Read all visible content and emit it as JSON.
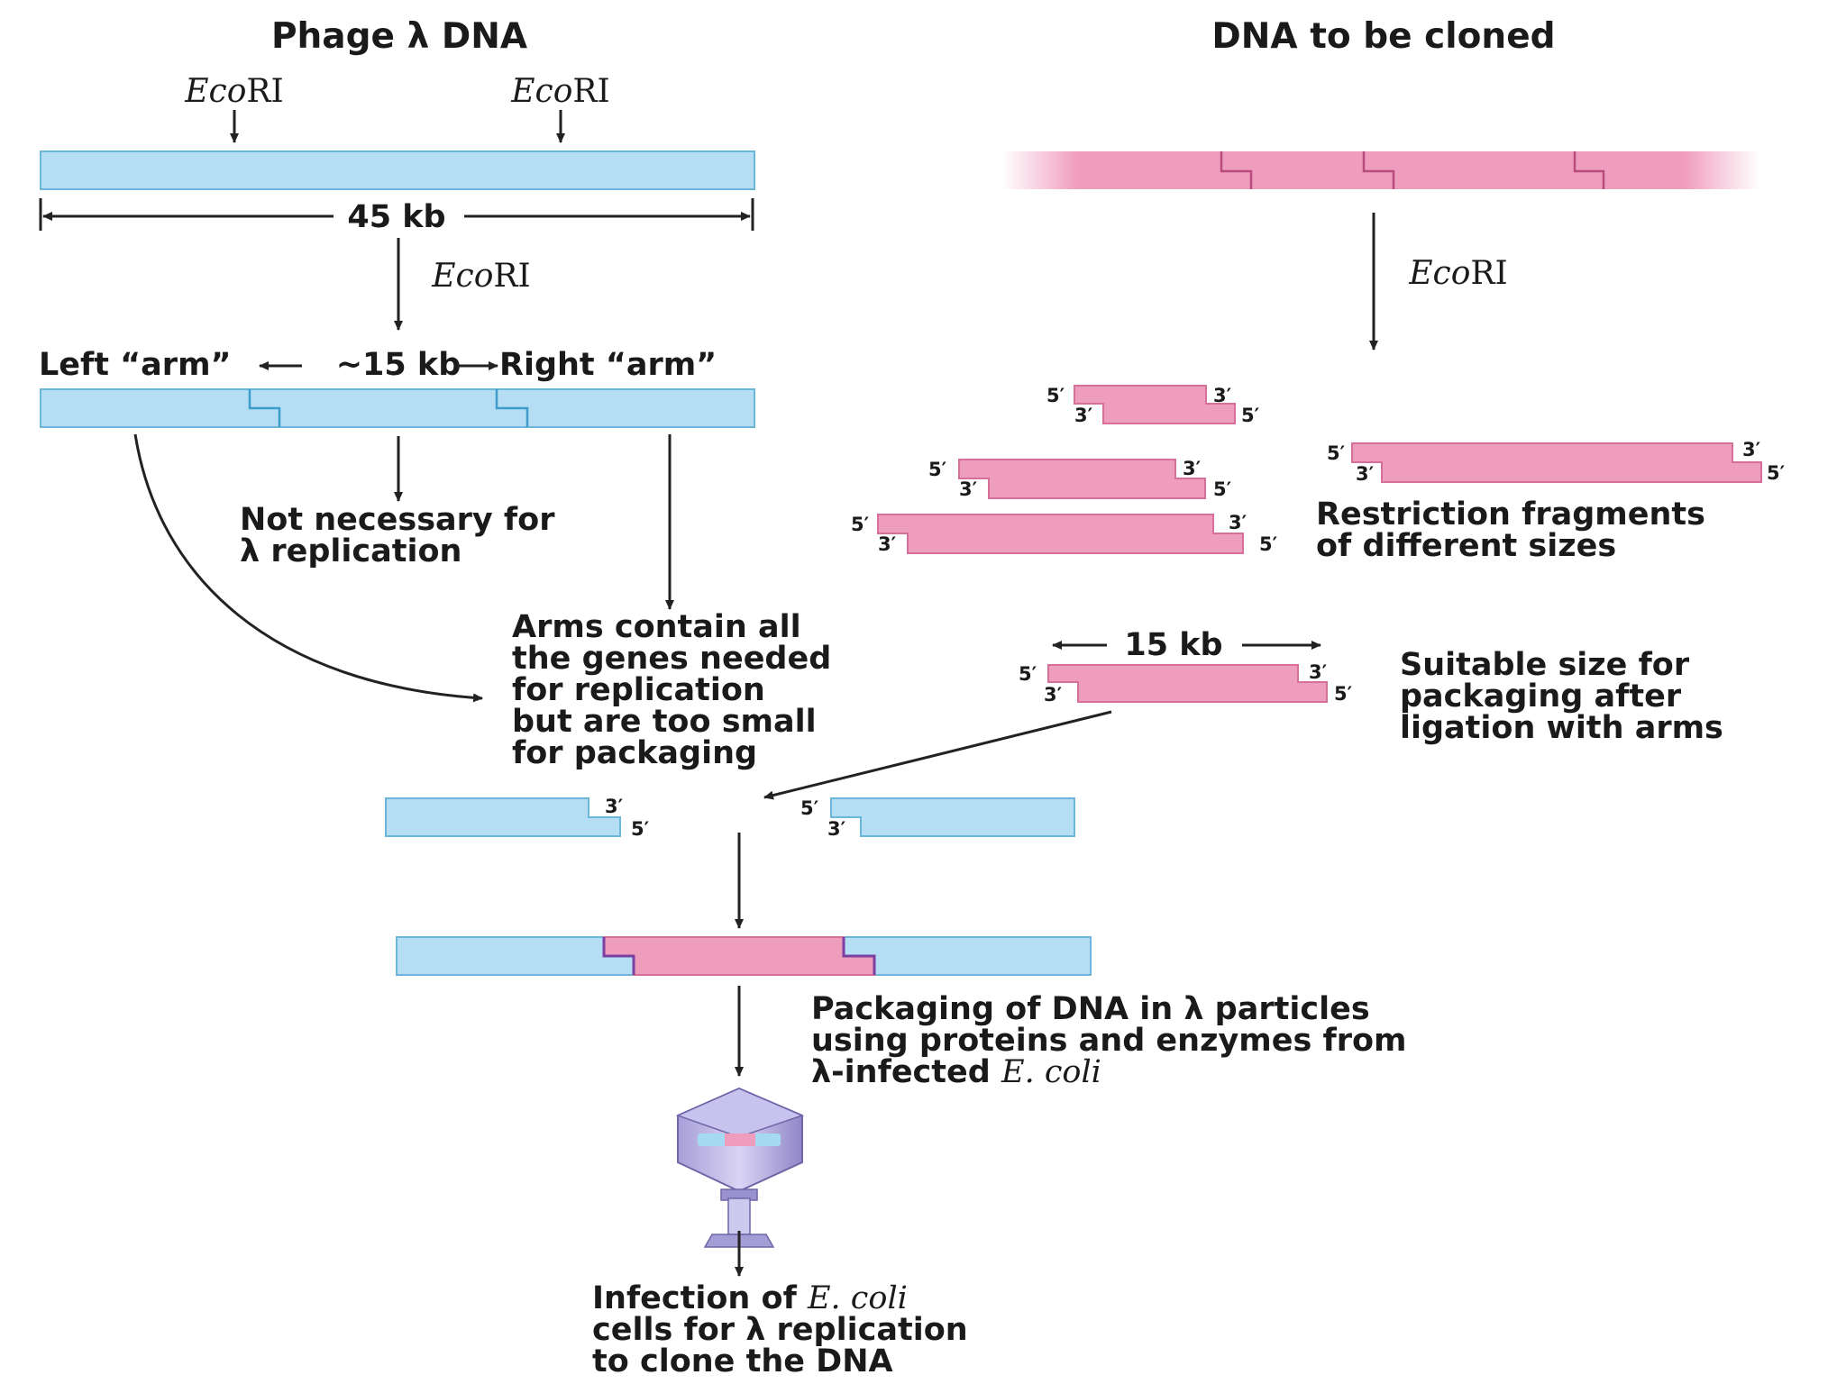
{
  "titles": {
    "phage_dna": "Phage λ DNA",
    "clone_dna": "DNA to be cloned"
  },
  "enzyme": {
    "name_italic": "Eco",
    "name_roman": "RI"
  },
  "labels": {
    "length_45": "45 kb",
    "left_arm": "Left “arm”",
    "middle_15": "~15 kb",
    "right_arm": "Right “arm”",
    "not_necessary_1": "Not necessary for",
    "not_necessary_2": "λ replication",
    "arms_1": "Arms contain all",
    "arms_2": "the genes needed",
    "arms_3": "for replication",
    "arms_4": "but are too small",
    "arms_5": "for packaging",
    "fragments_1": "Restriction fragments",
    "fragments_2": "of different sizes",
    "insert_15": "15 kb",
    "suitable_1": "Suitable size for",
    "suitable_2": "packaging after",
    "suitable_3": "ligation with arms",
    "packaging_1": "Packaging of DNA in λ particles",
    "packaging_2": "using proteins and enzymes from",
    "packaging_3_prefix": "λ-infected ",
    "ecoli": "E. coli",
    "infection_1_prefix": "Infection of ",
    "infection_2": "cells for λ replication",
    "infection_3": "to clone the DNA"
  },
  "ends": {
    "five": "5′",
    "three": "3′"
  },
  "colors": {
    "phage_dna": "#b5def4",
    "foreign_dna": "#ef9dbd",
    "arrows": "#222222"
  }
}
